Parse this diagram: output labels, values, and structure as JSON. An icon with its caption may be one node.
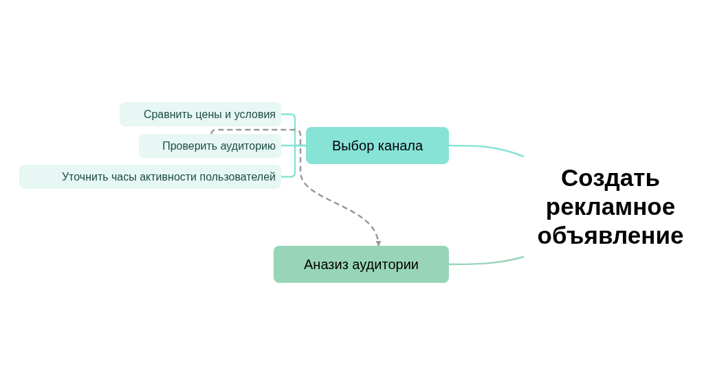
{
  "diagram": {
    "nodes": [
      {
        "text": [
          "Создать рекламное объявление"
        ]
      },
      {
        "text": [
          "Выбор канала"
        ]
      },
      {
        "text": [
          "Сравнить цены и условия"
        ]
      },
      {
        "text": [
          "Проверить аудиторию"
        ]
      },
      {
        "text": [
          "Уточнить часы активности пользователей"
        ]
      },
      {
        "text": [
          "Аназиз аудитории"
        ]
      }
    ],
    "edges": [
      {
        "from": 0,
        "to": 1,
        "arrow": "none"
      },
      {
        "from": 1,
        "to": 2,
        "arrow": "none"
      },
      {
        "from": 1,
        "to": 3,
        "arrow": "none"
      },
      {
        "from": 1,
        "to": 4,
        "arrow": "none"
      },
      {
        "from": 0,
        "to": 5,
        "arrow": "none",
        "color": "#98d5b8"
      },
      {
        "from": 3,
        "to": 5,
        "arrow": "to",
        "style": "dashed",
        "color": "#999999"
      }
    ]
  }
}
